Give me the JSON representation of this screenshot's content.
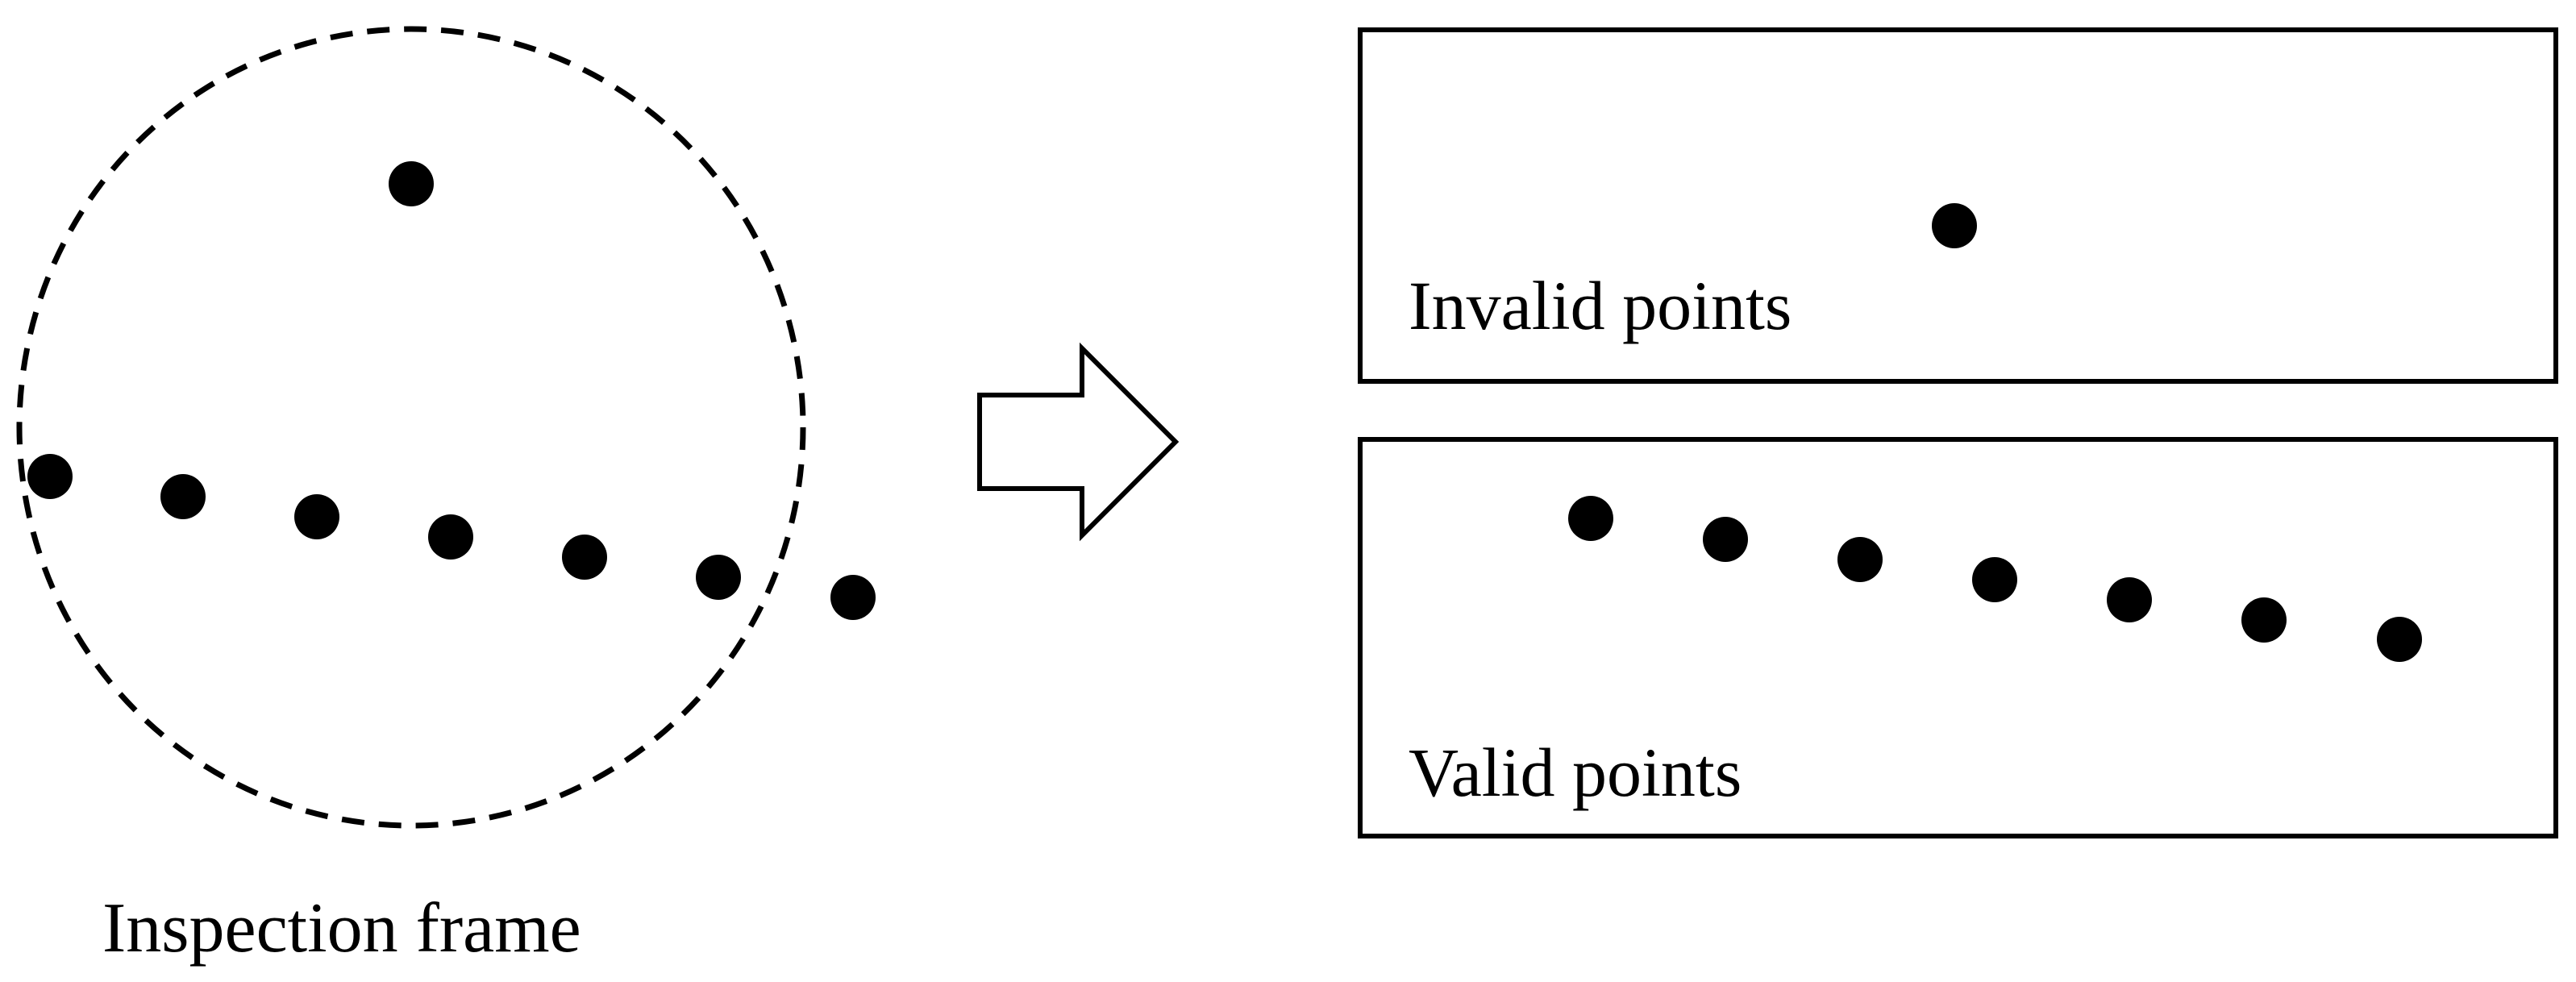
{
  "inspection_label": "Inspection frame",
  "invalid_label": "Invalid points",
  "valid_label": "Valid points",
  "colors": {
    "ink": "#000000",
    "background": "#ffffff"
  }
}
